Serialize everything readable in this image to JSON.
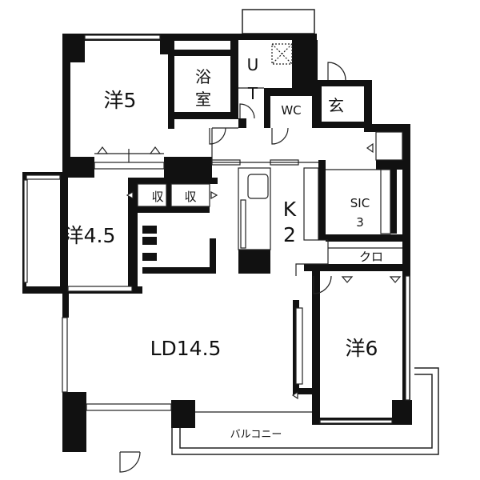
{
  "rooms": {
    "western5": "洋5",
    "bath": [
      "浴",
      "室"
    ],
    "ut": [
      "U",
      "T"
    ],
    "wc": "WC",
    "entrance": "玄",
    "western45": "洋4.5",
    "storage1": "収",
    "storage2": "収",
    "kitchen": [
      "K",
      "2"
    ],
    "sic": [
      "SIC",
      "3"
    ],
    "closet": "クロ",
    "ld": "LD14.5",
    "western6": "洋6",
    "balcony": "バルコニー"
  }
}
